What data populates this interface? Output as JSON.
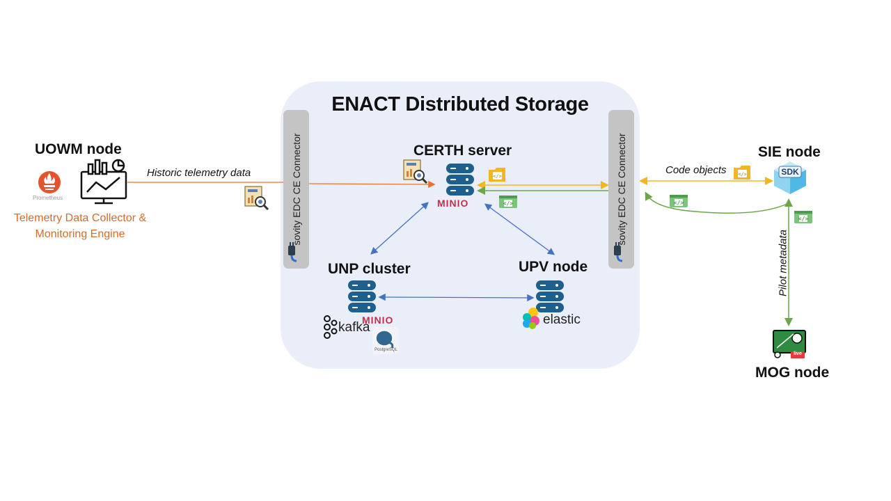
{
  "title": "ENACT Distributed Storage",
  "nodes": {
    "uowm": {
      "title": "UOWM node",
      "description_line1": "Telemetry Data Collector &",
      "description_line2": "Monitoring Engine",
      "prometheus_label": "Prometheus"
    },
    "certh": {
      "title": "CERTH server",
      "minio_label": "MINIO"
    },
    "unp": {
      "title": "UNP cluster",
      "minio_label": "MINIO",
      "kafka_label": "kafka",
      "postgres_label": "PostgreSQL"
    },
    "upv": {
      "title": "UPV node",
      "elastic_label": "elastic"
    },
    "sie": {
      "title": "SIE node",
      "sdk_label": "SDK"
    },
    "mog": {
      "title": "MOG node",
      "live_label": "live"
    }
  },
  "connectors": {
    "left": "sovity EDC CE Connector",
    "right": "sovity EDC CE Connector"
  },
  "edges": {
    "historic": "Historic telemetry data",
    "code_objects": "Code objects",
    "pilot_metadata": "Pilot metadata"
  },
  "colors": {
    "storage_bg": "#e9eef8",
    "connector_bg": "#c4c4c4",
    "orange": "#e8732e",
    "yellow": "#f2b623",
    "green": "#6ca646",
    "blue": "#4472c4",
    "db_blue": "#1f5f8e"
  },
  "icons": [
    "prometheus-icon",
    "dashboard-monitor-icon",
    "report-search-icon",
    "database-icon",
    "folder-code-icon",
    "code-window-icon",
    "plug-icon",
    "sdk-cube-icon",
    "live-screen-icon",
    "kafka-icon",
    "postgresql-icon",
    "elastic-icon"
  ]
}
